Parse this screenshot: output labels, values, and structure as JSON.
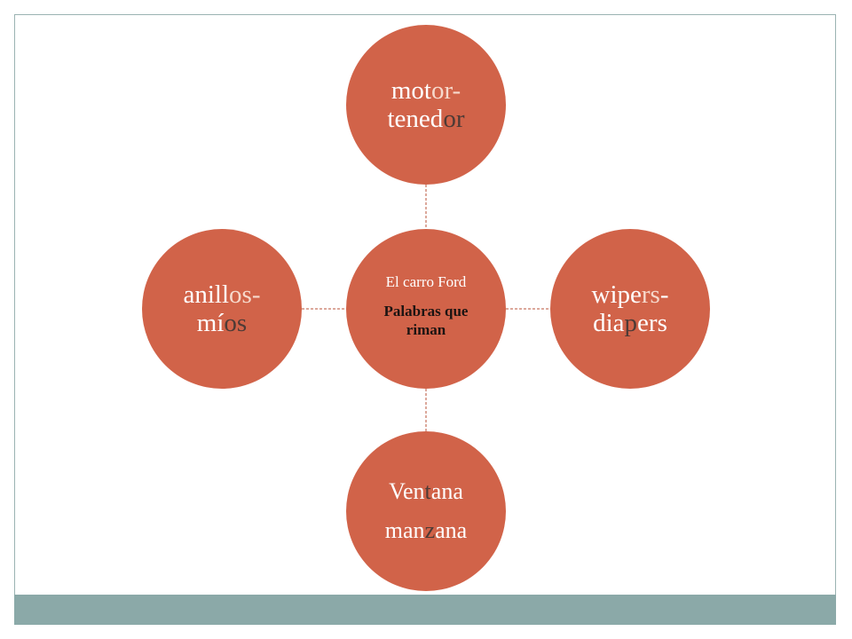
{
  "colors": {
    "circle": "#D16349",
    "connector": "#B9533A",
    "band": "#8BA9A8",
    "frame": "#9BB3B2"
  },
  "diagram": {
    "center": {
      "title": "El carro Ford",
      "subtitle": "Palabras que riman"
    },
    "nodes": {
      "top": {
        "line1": [
          "mot",
          "or-"
        ],
        "line2": [
          "tened",
          "or"
        ]
      },
      "right": {
        "line1": [
          "wipe",
          "rs",
          "-"
        ],
        "line2": [
          "dia",
          "p",
          "ers"
        ]
      },
      "left": {
        "line1": [
          "anill",
          "os-"
        ],
        "line2": [
          "mí",
          "os"
        ]
      },
      "bottom": {
        "line1": [
          "Ven",
          "t",
          "ana"
        ],
        "line2": [
          "man",
          "z",
          "ana"
        ]
      }
    }
  }
}
